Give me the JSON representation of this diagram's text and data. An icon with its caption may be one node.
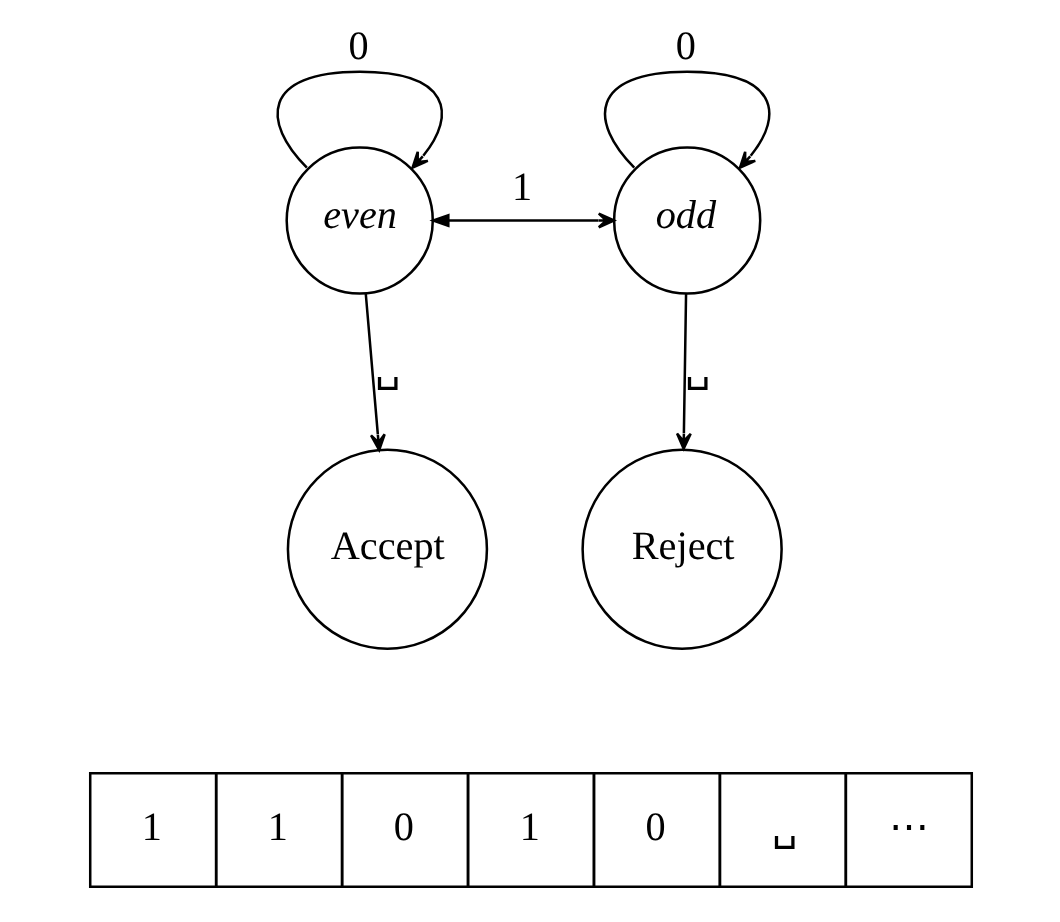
{
  "diagram": {
    "nodes": [
      {
        "text": [
          "even"
        ]
      },
      {
        "text": [
          "odd"
        ]
      },
      {
        "text": [
          "Accept"
        ]
      },
      {
        "text": [
          "Reject"
        ]
      }
    ],
    "edges": [
      {
        "from": 0,
        "to": 0,
        "arrow": "to",
        "label": "0"
      },
      {
        "from": 1,
        "to": 1,
        "arrow": "to",
        "label": "0"
      },
      {
        "from": 0,
        "to": 1,
        "arrow": "both",
        "label": "1"
      },
      {
        "from": 0,
        "to": 2,
        "arrow": "to",
        "label": "␣"
      },
      {
        "from": 1,
        "to": 3,
        "arrow": "to",
        "label": "␣"
      }
    ],
    "labels": [
      "1",
      "1",
      "0",
      "1",
      "0",
      "␣",
      "⋯"
    ]
  }
}
